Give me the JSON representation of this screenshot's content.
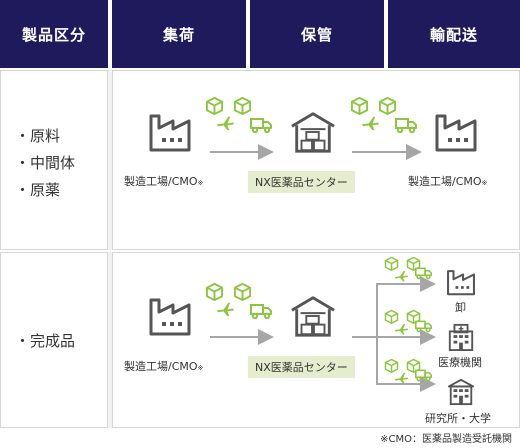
{
  "header": {
    "category": "製品区分",
    "col1": "集荷",
    "col2": "保管",
    "col3": "輸配送"
  },
  "row1": {
    "items": [
      "原料",
      "中間体",
      "原薬"
    ],
    "source_label": "製造工場/CMO",
    "source_mark": "※",
    "center_label": "NX医薬品センター",
    "dest_label": "製造工場/CMO",
    "dest_mark": "※"
  },
  "row2": {
    "items": [
      "完成品"
    ],
    "source_label": "製造工場/CMO",
    "source_mark": "※",
    "center_label": "NX医薬品センター",
    "destinations": [
      "卸",
      "医療機関",
      "研究所・大学"
    ]
  },
  "footnote": "※CMO：医薬品製造受託機関",
  "colors": {
    "header_bg": "#1f1a5c",
    "header_text": "#ffffff",
    "accent_green": "#8cc63f",
    "icon_gray": "#555555",
    "arrow_gray": "#a6a6a6",
    "label_bg": "#e6edcf",
    "panel_bg": "#f2f2f2"
  },
  "icons": [
    "factory-icon",
    "warehouse-icon",
    "box-icon",
    "plane-icon",
    "truck-icon",
    "hospital-icon",
    "school-icon"
  ]
}
